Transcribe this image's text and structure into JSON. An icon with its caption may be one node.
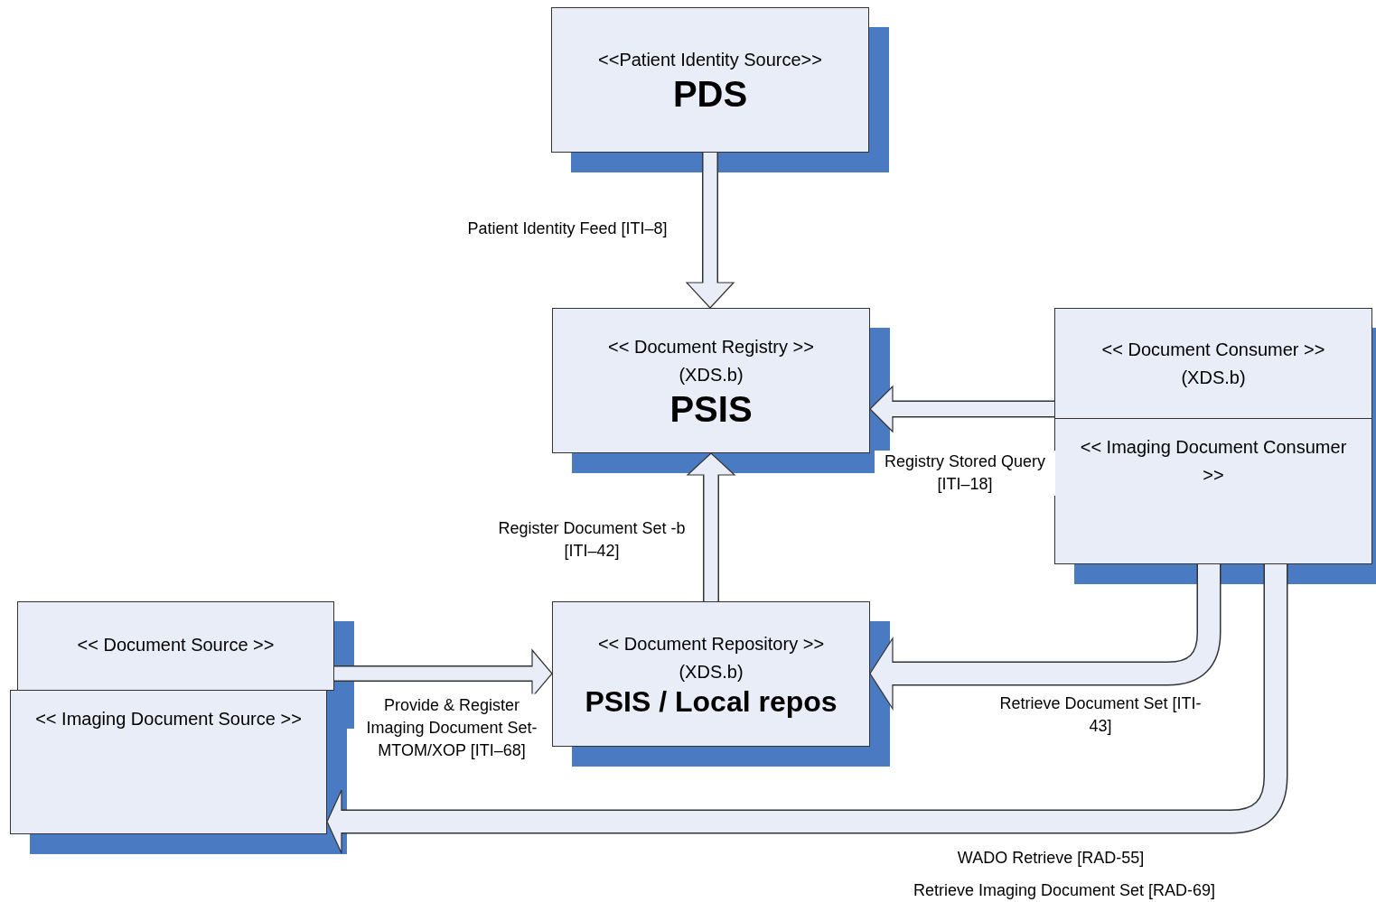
{
  "diagram": {
    "nodes": [
      {
        "text": [
          "<<Patient Identity Source>>",
          "PDS"
        ]
      },
      {
        "text": [
          "<< Document Registry >> (XDS.b)",
          "PSIS"
        ]
      },
      {
        "text": [
          "<< Document Consumer >> (XDS.b)"
        ]
      },
      {
        "text": [
          "<< Imaging Document Consumer >>"
        ]
      },
      {
        "text": [
          "<< Document Source >>"
        ]
      },
      {
        "text": [
          "<< Imaging Document Source >>"
        ]
      },
      {
        "text": [
          "<< Document Repository >> (XDS.b)",
          "PSIS / Local repos"
        ]
      }
    ],
    "edges": [
      {
        "from": 0,
        "to": 1,
        "arrow": "to",
        "label": "Patient Identity Feed [ITI–8]"
      },
      {
        "from": 2,
        "to": 1,
        "arrow": "to",
        "label": "Registry Stored Query [ITI–18]"
      },
      {
        "from": 6,
        "to": 1,
        "arrow": "to",
        "label": "Register Document Set -b [ITI–42]"
      },
      {
        "from": 4,
        "to": 6,
        "arrow": "to",
        "label": "Provide & Register Imaging Document Set- MTOM/XOP [ITI–68]"
      },
      {
        "from": 3,
        "to": 6,
        "arrow": "to",
        "label": "Retrieve Document Set [ITI-43]"
      },
      {
        "from": 3,
        "to": 5,
        "arrow": "to",
        "label": "WADO Retrieve [RAD-55]"
      }
    ],
    "labels": [
      "Retrieve Imaging Document Set [RAD-69]"
    ]
  }
}
